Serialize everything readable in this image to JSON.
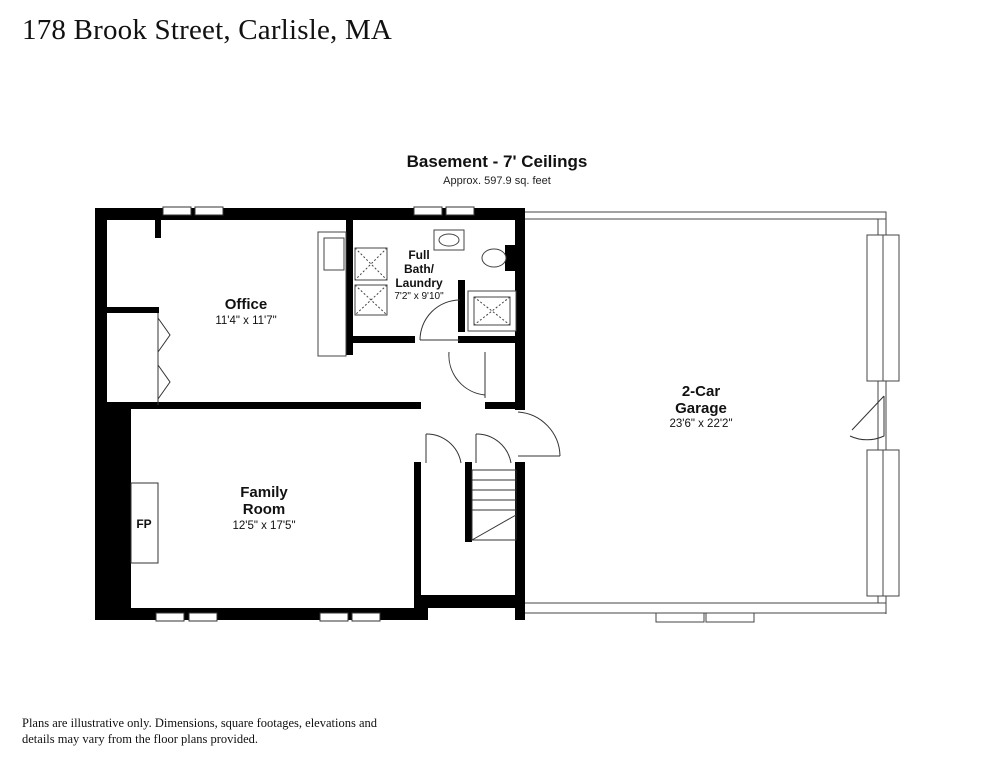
{
  "header": {
    "address": "178 Brook Street, Carlisle, MA"
  },
  "plan": {
    "title": "Basement - 7' Ceilings",
    "area": "Approx. 597.9 sq. feet"
  },
  "rooms": {
    "office": {
      "name": "Office",
      "dims": "11'4\" x 11'7\""
    },
    "bath": {
      "name_line1": "Full",
      "name_line2": "Bath/",
      "name_line3": "Laundry",
      "dims": "7'2\" x 9'10\""
    },
    "family": {
      "name_line1": "Family",
      "name_line2": "Room",
      "dims": "12'5\" x 17'5\""
    },
    "garage": {
      "name_line1": "2-Car",
      "name_line2": "Garage",
      "dims": "23'6\" x 22'2\""
    }
  },
  "fireplace_label": "FP",
  "disclaimer": "Plans are illustrative only. Dimensions, square footages, elevations and details may vary from the floor plans provided."
}
